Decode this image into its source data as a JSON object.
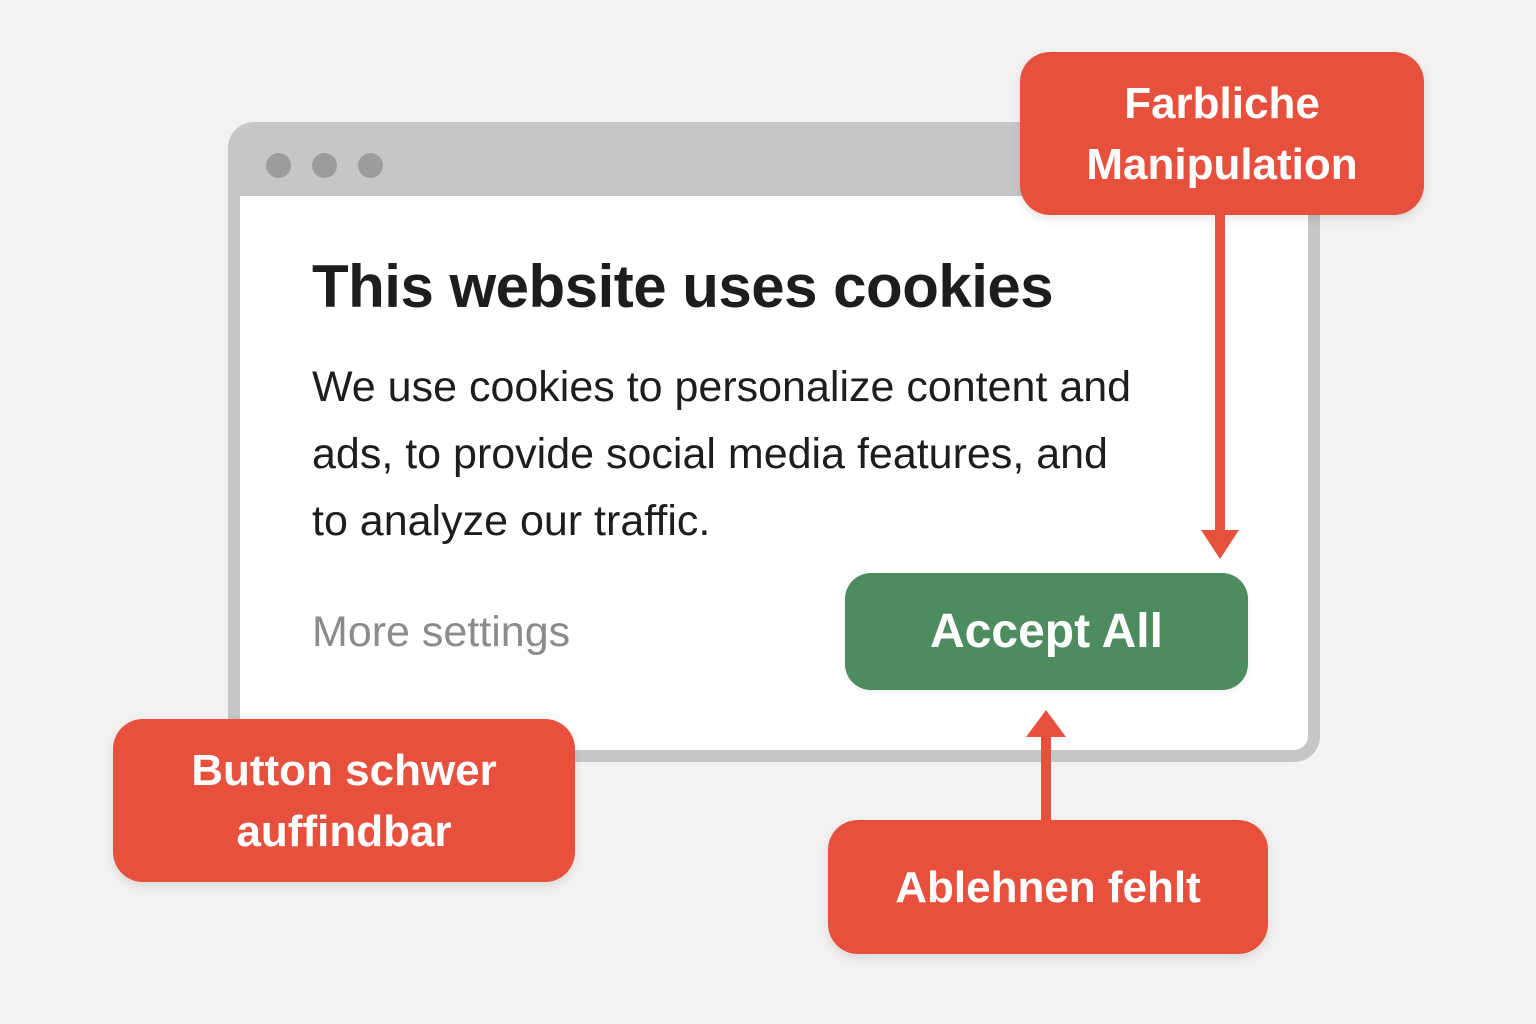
{
  "colors": {
    "background": "#f4f2f0",
    "window_frame": "#c6c6c6",
    "window_dot": "#9c9c9c",
    "annotation_red": "#e8503e",
    "accept_green": "#4c8c5e",
    "text_dark": "#1d1d1d",
    "text_muted": "#8b8b8b",
    "text_white": "#ffffff"
  },
  "window": {
    "dialog": {
      "title": "This website uses cookies",
      "body_line_1": "We use cookies to personalize content and",
      "body_line_2": "ads, to provide social media features, and",
      "body_line_3": "to analyze our traffic.",
      "more_settings_label": "More settings",
      "accept_button_label": "Accept All"
    }
  },
  "annotations": {
    "color_manipulation": {
      "line_1": "Farbliche",
      "line_2": "Manipulation"
    },
    "hard_to_find": {
      "line_1": "Button schwer",
      "line_2": "auffindbar"
    },
    "decline_missing": {
      "label": "Ablehnen fehlt"
    }
  }
}
